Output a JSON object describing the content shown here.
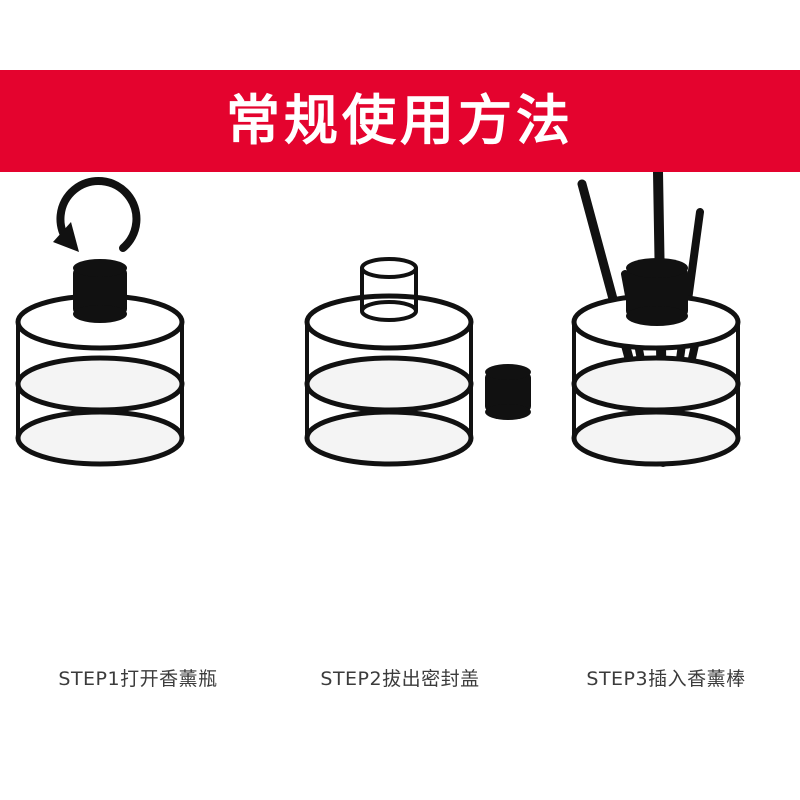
{
  "banner": {
    "title": "常规使用方法",
    "background_color": "#e4032e",
    "text_color": "#ffffff"
  },
  "steps": [
    {
      "id": "step-1",
      "label": "STEP1打开香薰瓶",
      "figure_name": "bottle-with-cap-rotate",
      "icons": [
        "rotate-arrow-icon",
        "black-cap-icon",
        "diffuser-bottle-icon"
      ]
    },
    {
      "id": "step-2",
      "label": "STEP2拔出密封盖",
      "figure_name": "bottle-with-stopper-pull-up",
      "icons": [
        "up-arrow-icon",
        "white-stopper-icon",
        "diffuser-bottle-icon",
        "black-cap-icon"
      ]
    },
    {
      "id": "step-3",
      "label": "STEP3插入香薰棒",
      "figure_name": "bottle-with-reeds",
      "icons": [
        "reed-sticks-icon",
        "black-collar-icon",
        "diffuser-bottle-icon"
      ]
    }
  ],
  "colors": {
    "red": "#e4032e",
    "ink": "#111111",
    "label_text": "#3b3b3b",
    "glass_fill": "#f4f4f4",
    "page_background": "#ffffff"
  }
}
